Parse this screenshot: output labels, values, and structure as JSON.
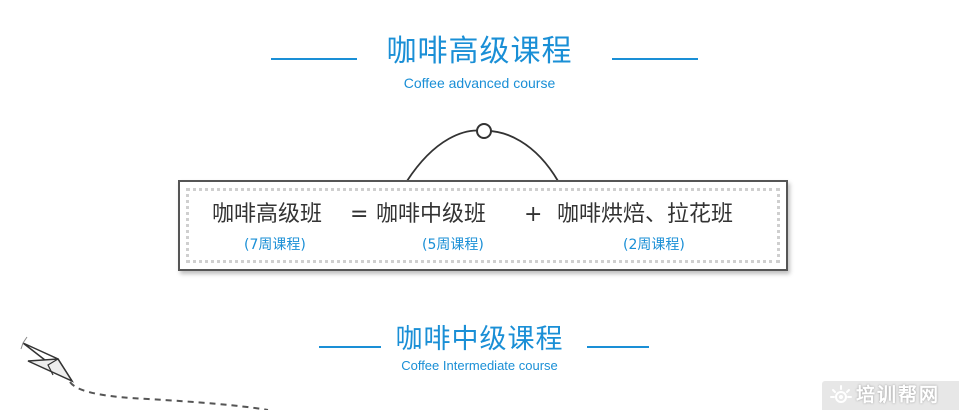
{
  "sections": {
    "advanced": {
      "title": "咖啡高级课程",
      "subtitle": "Coffee advanced course"
    },
    "intermediate": {
      "title": "咖啡中级课程",
      "subtitle": "Coffee Intermediate course"
    }
  },
  "formula": {
    "term1": {
      "name": "咖啡高级班",
      "duration": "(7周课程)"
    },
    "equals": "=",
    "term2": {
      "name": "咖啡中级班",
      "duration": "(5周课程)"
    },
    "plus": "+",
    "term3": {
      "name": "咖啡烘焙、拉花班",
      "duration": "(2周课程)"
    }
  },
  "watermark": {
    "text": "培训帮网",
    "icon": "sun-eye-icon"
  },
  "decor": {
    "paper_plane_icon": "paper-plane-icon"
  },
  "colors": {
    "accent": "#1a8fd6",
    "text": "#333333",
    "border": "#555555"
  }
}
